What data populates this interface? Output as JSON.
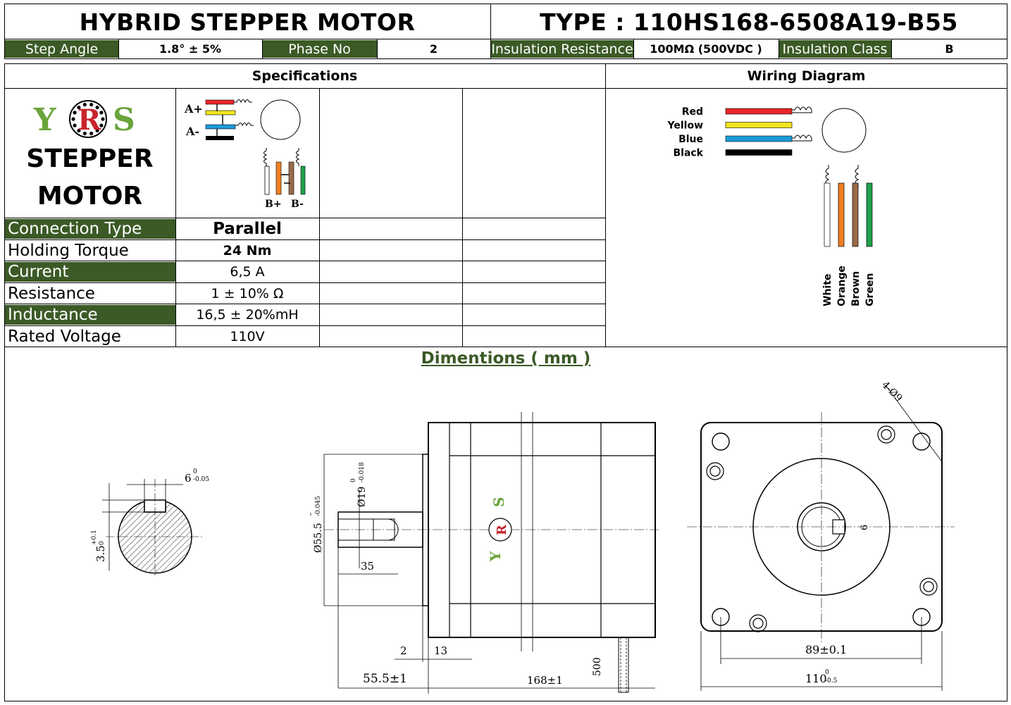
{
  "header": {
    "title": "HYBRID STEPPER MOTOR",
    "type_line": "TYPE : 110HS168-6508A19-B55"
  },
  "attributes": {
    "step_angle_label": "Step Angle",
    "step_angle_value": "1.8° ± 5%",
    "phase_no_label": "Phase No",
    "phase_no_value": "2",
    "insulation_resistance_label": "Insulation Resistance",
    "insulation_resistance_value": "100MΩ  (500VDC )",
    "insulation_class_label": "Insulation Class",
    "insulation_class_value": "B"
  },
  "sections": {
    "specifications": "Specifications",
    "wiring": "Wiring Diagram",
    "dimensions": "Dimentions ( mm )"
  },
  "logo": {
    "letters": "YRS",
    "line1": "STEPPER",
    "line2": "MOTOR"
  },
  "mini_diagram": {
    "a_plus": "A+",
    "a_minus": "A-",
    "b_plus": "B+",
    "b_minus": "B-"
  },
  "specs": [
    {
      "label": "Connection Type",
      "value": "Parallel",
      "shaded": true,
      "bold": true
    },
    {
      "label": "Holding Torque",
      "value": "24 Nm",
      "shaded": false,
      "bold": true
    },
    {
      "label": "Current",
      "value": "6,5 A",
      "shaded": true,
      "bold": false
    },
    {
      "label": "Resistance",
      "value": "1 ± 10% Ω",
      "shaded": false,
      "bold": false
    },
    {
      "label": "Inductance",
      "value": "16,5  ±  20%mH",
      "shaded": true,
      "bold": false
    },
    {
      "label": "Rated Voltage",
      "value": "110V",
      "shaded": false,
      "bold": false
    }
  ],
  "wiring": {
    "left_wires": [
      {
        "name": "Red",
        "color": "#e8262b"
      },
      {
        "name": "Yellow",
        "color": "#f2e51d"
      },
      {
        "name": "Blue",
        "color": "#1b9ad6"
      },
      {
        "name": "Black",
        "color": "#000000"
      }
    ],
    "bottom_wires": [
      {
        "name": "White",
        "color": "#ffffff"
      },
      {
        "name": "Orange",
        "color": "#f07f22"
      },
      {
        "name": "Brown",
        "color": "#9a6a4a"
      },
      {
        "name": "Green",
        "color": "#1ea14a"
      }
    ]
  },
  "dimensions": {
    "key_width": "6",
    "key_width_tol_top": "0",
    "key_width_tol_bot": "-0.05",
    "key_depth": "3.5",
    "key_depth_tol_top": "+0.1",
    "key_depth_tol_bot": "0",
    "shaft_dia": "Ø19",
    "shaft_dia_tol_top": "0",
    "shaft_dia_tol_bot": "-0.018",
    "pilot_dia": "Ø55.5",
    "pilot_dia_tol_top": "0",
    "pilot_dia_tol_bot": "-0.045",
    "shaft_len": "35",
    "pilot_len": "2",
    "flange_len": "13",
    "front_len": "55.5±1",
    "body_len": "168±1",
    "lead_len": "500",
    "holes": "4-Ø9",
    "key_front": "6",
    "hole_spacing": "89±0.1",
    "flange_size": "110",
    "flange_tol_top": "0",
    "flange_tol_bot": "-0.5"
  },
  "colors": {
    "brand_green": "#3b5a26",
    "logo_green": "#6aa43a",
    "logo_red": "#c8242b"
  }
}
